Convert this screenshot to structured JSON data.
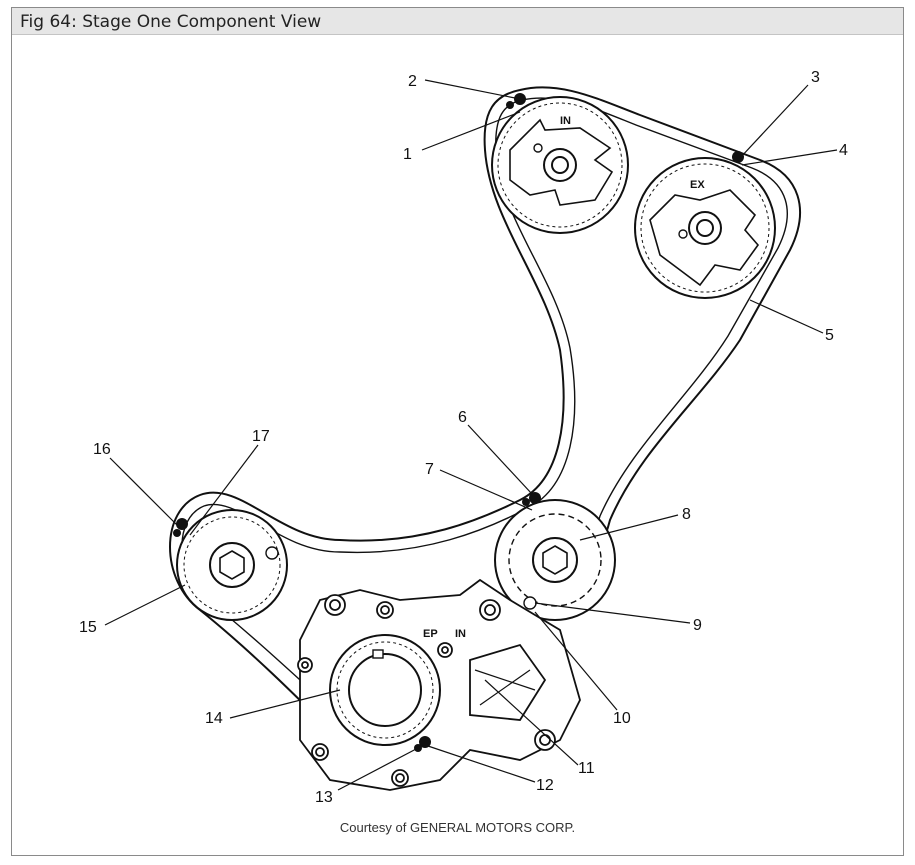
{
  "figure": {
    "title": "Fig 64: Stage One Component View",
    "credit": "Courtesy of GENERAL MOTORS CORP.",
    "marks": {
      "intake": "IN",
      "exhaust": "EX",
      "ep": "EP",
      "in_small": "IN"
    }
  },
  "callouts": [
    "1",
    "2",
    "3",
    "4",
    "5",
    "6",
    "7",
    "8",
    "9",
    "10",
    "11",
    "12",
    "13",
    "14",
    "15",
    "16",
    "17"
  ]
}
